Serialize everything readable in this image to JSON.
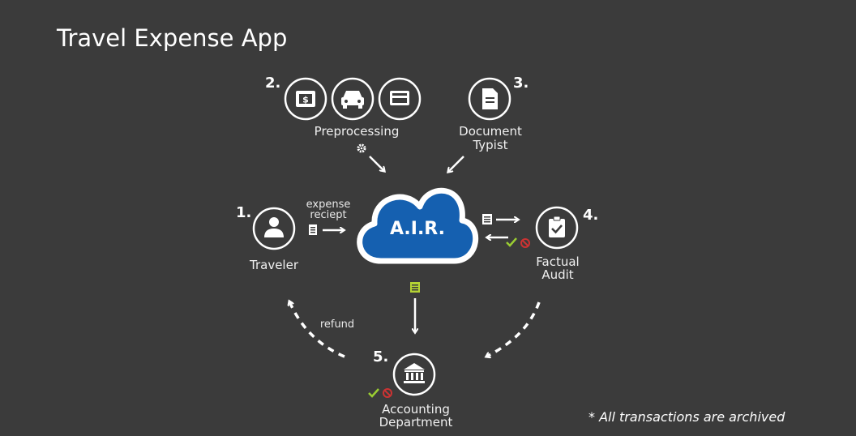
{
  "title": "Travel Expense App",
  "steps": {
    "traveler": {
      "number": "1.",
      "label": "Traveler"
    },
    "preprocessing": {
      "number": "2.",
      "label": "Preprocessing"
    },
    "typist": {
      "number": "3.",
      "label_line1": "Document",
      "label_line2": "Typist"
    },
    "audit": {
      "number": "4.",
      "label_line1": "Factual",
      "label_line2": "Audit"
    },
    "accounting": {
      "number": "5.",
      "label_line1": "Accounting",
      "label_line2": "Department"
    }
  },
  "center": {
    "label": "A.I.R."
  },
  "edges": {
    "expense_line1": "expense",
    "expense_line2": "reciept",
    "refund": "refund"
  },
  "footnote": "* All transactions are archived",
  "colors": {
    "background": "#3b3b3b",
    "cloud": "#1560b0",
    "approve": "#9acd32",
    "reject": "#cc3333",
    "doc_green": "#b5d334"
  }
}
